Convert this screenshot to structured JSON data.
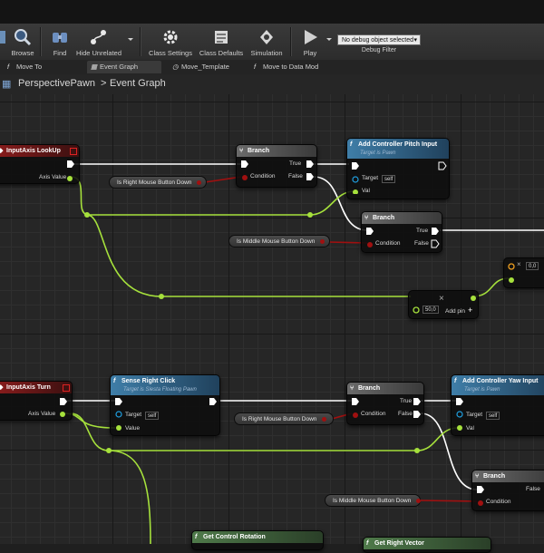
{
  "toolbar": {
    "browse": "Browse",
    "find": "Find",
    "hide_unrelated": "Hide Unrelated",
    "class_settings": "Class Settings",
    "class_defaults": "Class Defaults",
    "simulation": "Simulation",
    "play": "Play",
    "debug_object": "No debug object selected",
    "debug_filter": "Debug Filter"
  },
  "tabs": [
    {
      "label": "Move To"
    },
    {
      "label": "Event Graph"
    },
    {
      "label": "Move_Template"
    },
    {
      "label": "Move to Data Mod"
    }
  ],
  "breadcrumb": {
    "root": "PerspectivePawn",
    "separator": ">",
    "current": "Event Graph"
  },
  "nodes": {
    "lookup_event": {
      "title": "InputAxis LookUp",
      "out": "Axis Value"
    },
    "branch1": {
      "title": "Branch",
      "cond": "Condition",
      "true": "True",
      "false": "False"
    },
    "pitch": {
      "title": "Add Controller Pitch Input",
      "sub": "Target is Pawn",
      "target": "Target",
      "self": "self",
      "val": "Val"
    },
    "var_rmb1": "Is Right Mouse Button Down",
    "branch2": {
      "title": "Branch",
      "cond": "Condition",
      "true": "True",
      "false": "False"
    },
    "var_mmb1": "Is Middle Mouse Button Down",
    "multiply": {
      "value": "50,0",
      "add_pin": "Add pin",
      "op": "×"
    },
    "partial": {
      "value": "0,0"
    },
    "turn_event": {
      "title": "InputAxis Turn",
      "out": "Axis Value"
    },
    "sense": {
      "title": "Sense Right Click",
      "sub": "Target is Siesta Floating Pawn",
      "target": "Target",
      "self": "self",
      "val": "Value"
    },
    "branch3": {
      "title": "Branch",
      "cond": "Condition",
      "true": "True",
      "false": "False"
    },
    "var_rmb2": "Is Right Mouse Button Down",
    "yaw": {
      "title": "Add Controller Yaw Input",
      "sub": "Target is Pawn",
      "target": "Target",
      "self": "self",
      "val": "Val"
    },
    "branch4": {
      "title": "Branch",
      "cond": "Condition",
      "false": "False"
    },
    "var_mmb2": "Is Middle Mouse Button Down",
    "get_rotation": {
      "title": "Get Control Rotation"
    },
    "get_right": {
      "title": "Get Right Vector"
    }
  },
  "colors": {
    "exec": "#ffffff",
    "float": "#a6e13c",
    "bool": "#a01010",
    "object": "#1f9fe0",
    "branch_header": "#5a5a5a",
    "function_header": "#3f7ea8",
    "event_header": "#8a1c1c",
    "pure_header": "#4f7a4a"
  }
}
